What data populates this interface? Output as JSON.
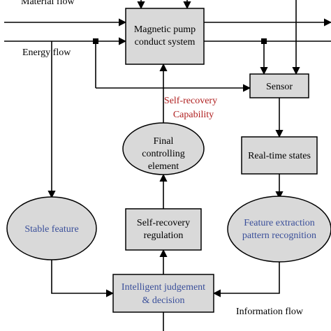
{
  "flows": {
    "material": "Material flow",
    "energy": "Energy flow",
    "information": "Information flow"
  },
  "nodes": {
    "pump": [
      "Magnetic pump",
      "conduct system"
    ],
    "sensor": "Sensor",
    "self_recovery_capability": [
      "Self-recovery",
      "Capability"
    ],
    "final_element": [
      "Final",
      "controlling",
      "element"
    ],
    "realtime": "Real-time states",
    "stable": "Stable feature",
    "regulation": [
      "Self-recovery",
      "regulation"
    ],
    "feature_extraction": [
      "Feature extraction",
      "pattern recognition"
    ],
    "judgement": [
      "Intelligent judgement",
      "& decision"
    ]
  },
  "colors": {
    "box_fill": "#d9d9d9",
    "blue_text": "#3a4f9a",
    "red_text": "#b02020"
  }
}
